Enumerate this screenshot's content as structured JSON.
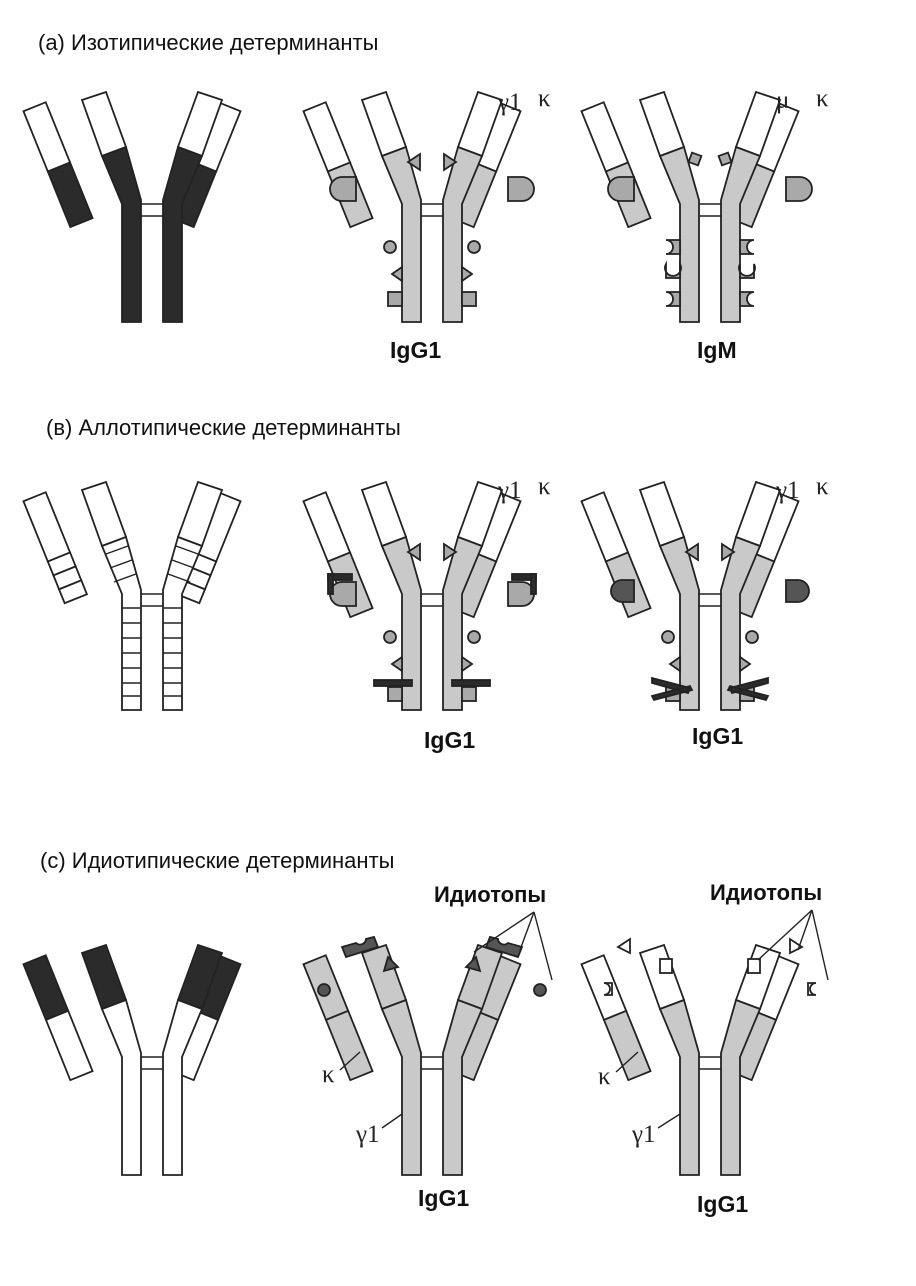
{
  "sections": [
    {
      "heading": "(а) Изотипические детерминанты",
      "chain_labels_1": {
        "heavy": "γ1",
        "light": "κ"
      },
      "chain_labels_2": {
        "heavy": "μ",
        "light": "κ"
      },
      "label_1": "IgG1",
      "label_2": "IgM"
    },
    {
      "heading": "(в) Аллотипические детерминанты",
      "chain_labels_1": {
        "heavy": "γ1",
        "light": "κ"
      },
      "chain_labels_2": {
        "heavy": "γ1",
        "light": "κ"
      },
      "label_1": "IgG1",
      "label_2": "IgG1"
    },
    {
      "heading": "(с) Идиотипические детерминанты",
      "idiotopes_1": "Идиотопы",
      "idiotopes_2": "Идиотопы",
      "light_1": "κ",
      "heavy_1": "γ1",
      "light_2": "κ",
      "heavy_2": "γ1",
      "label_1": "IgG1",
      "label_2": "IgG1"
    }
  ],
  "colors": {
    "dark_region": "#2b2b2b",
    "stippled_region": "#c9c9c9",
    "outline": "#222222"
  }
}
